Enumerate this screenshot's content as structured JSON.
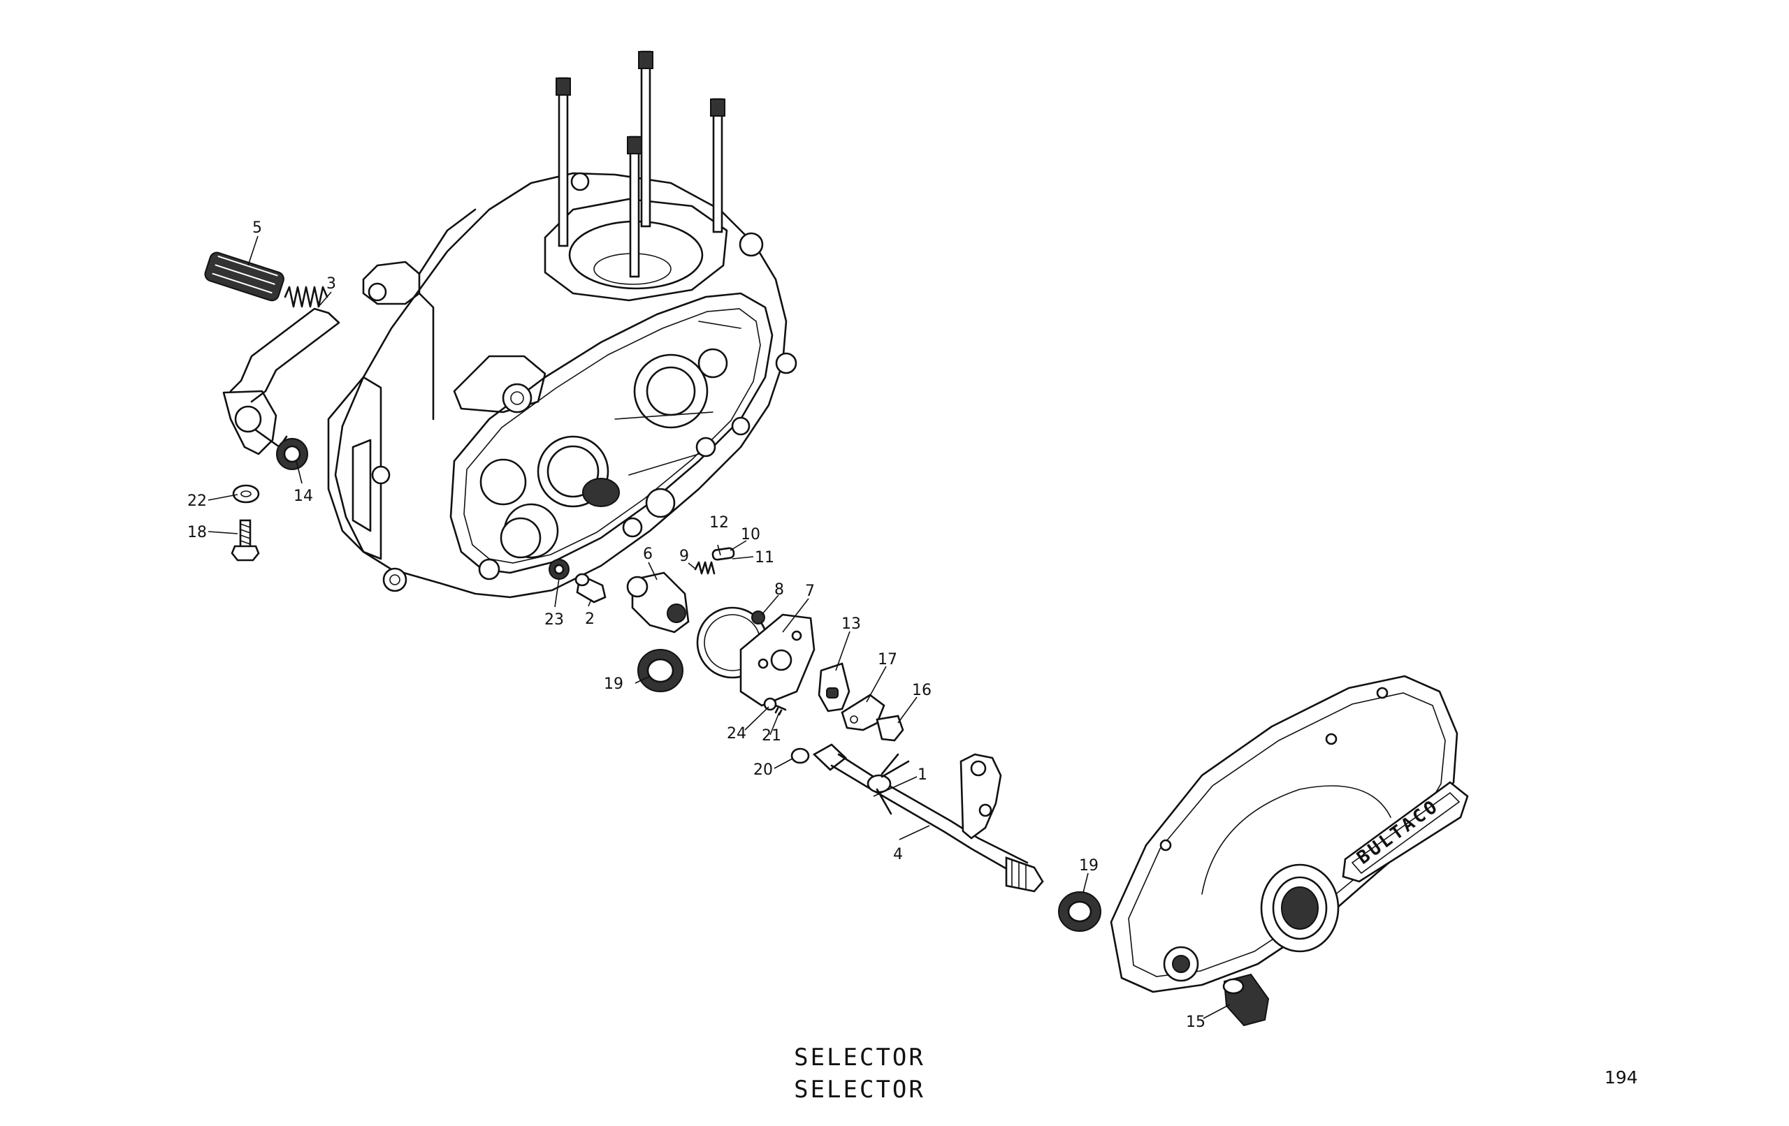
{
  "callouts": [
    {
      "id": "5",
      "text": "5"
    },
    {
      "id": "3",
      "text": "3"
    },
    {
      "id": "14",
      "text": "14"
    },
    {
      "id": "22",
      "text": "22"
    },
    {
      "id": "18",
      "text": "18"
    },
    {
      "id": "12",
      "text": "12"
    },
    {
      "id": "10",
      "text": "10"
    },
    {
      "id": "11",
      "text": "11"
    },
    {
      "id": "9",
      "text": "9"
    },
    {
      "id": "6",
      "text": "6"
    },
    {
      "id": "8",
      "text": "8"
    },
    {
      "id": "7",
      "text": "7"
    },
    {
      "id": "23",
      "text": "23"
    },
    {
      "id": "2",
      "text": "2"
    },
    {
      "id": "13",
      "text": "13"
    },
    {
      "id": "17",
      "text": "17"
    },
    {
      "id": "16",
      "text": "16"
    },
    {
      "id": "19a",
      "text": "19"
    },
    {
      "id": "24",
      "text": "24"
    },
    {
      "id": "21",
      "text": "21"
    },
    {
      "id": "20",
      "text": "20"
    },
    {
      "id": "1",
      "text": "1"
    },
    {
      "id": "4",
      "text": "4"
    },
    {
      "id": "19b",
      "text": "19"
    },
    {
      "id": "15",
      "text": "15"
    }
  ],
  "cover_badge": "BULTACO",
  "caption": {
    "line1": "SELECTOR",
    "line2": "SELECTOR"
  },
  "page_number": "194"
}
